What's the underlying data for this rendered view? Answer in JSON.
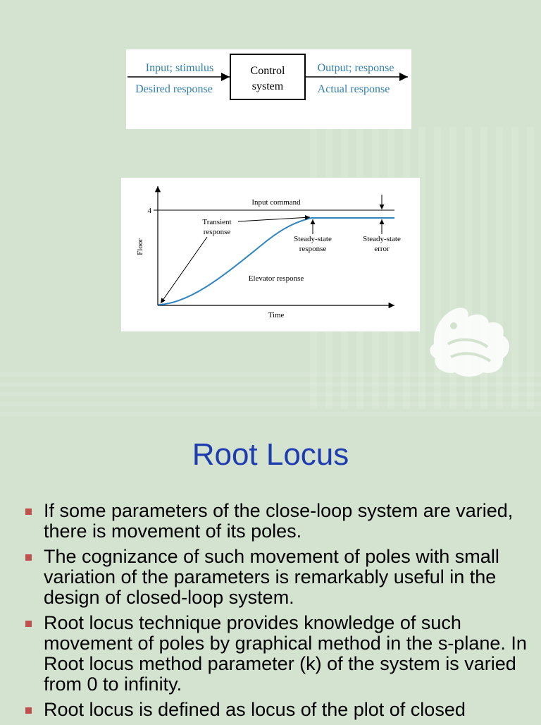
{
  "block_diagram": {
    "input_top": "Input; stimulus",
    "input_bottom": "Desired response",
    "box_line1": "Control",
    "box_line2": "system",
    "output_top": "Output; response",
    "output_bottom": "Actual response",
    "label_color": "#2f7fb0"
  },
  "response_figure": {
    "input_command": "Input command",
    "tick_value": "4",
    "y_axis": "Floor",
    "x_axis": "Time",
    "transient_line1": "Transient",
    "transient_line2": "response",
    "steady_state_line1": "Steady-state",
    "steady_state_line2": "response",
    "ss_error_line1": "Steady-state",
    "ss_error_line2": "error",
    "elevator": "Elevator response",
    "curve_color": "#2f86c0"
  },
  "decoration": {
    "icon": "dragon-emblem-icon"
  },
  "slide": {
    "title": "Root Locus",
    "title_color": "#1f3bb0",
    "bullet_color": "#c0504d",
    "bullets": [
      "If some parameters of the close-loop system are varied, there is movement of its poles.",
      "The cognizance of such movement of poles with small variation of the parameters is remarkably useful in the design of closed-loop system.",
      "Root locus technique provides knowledge of such movement of poles by graphical method in the s-plane. In Root locus method parameter (k) of the system is varied from 0 to infinity.",
      "Root locus is defined as locus of the plot of  closed"
    ]
  }
}
